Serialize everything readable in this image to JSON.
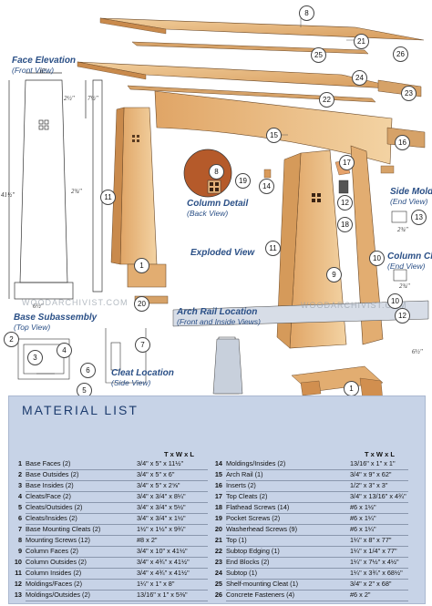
{
  "views": {
    "face_elevation": {
      "title": "Face Elevation",
      "sub": "(Front View)"
    },
    "exploded": {
      "title": "Exploded View"
    },
    "column_detail": {
      "title": "Column Detail",
      "sub": "(Back View)"
    },
    "side_moldings": {
      "title": "Side Moldings",
      "sub": "(End View)"
    },
    "column_cleats": {
      "title": "Column Cleats",
      "sub": "(End View)"
    },
    "arch_rail": {
      "title": "Arch Rail Location",
      "sub": "(Front and Inside Views)"
    },
    "base_subassembly": {
      "title": "Base Subassembly",
      "sub": "(Top View)"
    },
    "cleat_location": {
      "title": "Cleat Location",
      "sub": "(Side View)"
    }
  },
  "dimensions": {
    "d1": "6\"",
    "d2": "7½\"",
    "d3": "2½\"",
    "d4": "41½\"",
    "d5": "2¾\"",
    "d6": "2¾\"",
    "d7": "6½\"",
    "d8": "6½\"",
    "d9": "2¾\""
  },
  "watermark": "WOODARCHIVIST.COM",
  "callouts": [
    "8",
    "21",
    "26",
    "25",
    "24",
    "22",
    "23",
    "15",
    "16",
    "17",
    "14",
    "18",
    "19",
    "13",
    "12",
    "10",
    "11",
    "9",
    "11",
    "1",
    "20",
    "3",
    "2",
    "4",
    "6",
    "5",
    "7",
    "1",
    "10",
    "12"
  ],
  "material_list": {
    "title": "MATERIAL LIST",
    "col_header": "T x W x L",
    "left": [
      {
        "n": "1",
        "name": "Base Faces (2)",
        "size": "3/4\" x 5\" x 11½\""
      },
      {
        "n": "2",
        "name": "Base Outsides (2)",
        "size": "3/4\" x 5\" x 6\""
      },
      {
        "n": "3",
        "name": "Base Insides (2)",
        "size": "3/4\" x 5\" x 2⅝\""
      },
      {
        "n": "4",
        "name": "Cleats/Face (2)",
        "size": "3/4\" x 3/4\" x 8¼\""
      },
      {
        "n": "5",
        "name": "Cleats/Outsides (2)",
        "size": "3/4\" x 3/4\" x 5½\""
      },
      {
        "n": "6",
        "name": "Cleats/Insides (2)",
        "size": "3/4\" x 3/4\" x 1½\""
      },
      {
        "n": "7",
        "name": "Base Mounting Cleats (2)",
        "size": "1½\" x 1½\" x 9¾\""
      },
      {
        "n": "8",
        "name": "Mounting Screws (12)",
        "size": "#8 x 2\""
      },
      {
        "n": "9",
        "name": "Column Faces (2)",
        "size": "3/4\" x 10\" x 41½\""
      },
      {
        "n": "10",
        "name": "Column Outsides (2)",
        "size": "3/4\" x 4¾\" x 41½\""
      },
      {
        "n": "11",
        "name": "Column Insides (2)",
        "size": "3/4\" x 4¾\" x 41½\""
      },
      {
        "n": "12",
        "name": "Moldings/Faces (2)",
        "size": "1¼\" x 1\" x 8\""
      },
      {
        "n": "13",
        "name": "Moldings/Outsides (2)",
        "size": "13/16\" x 1\" x 5⅜\""
      }
    ],
    "right": [
      {
        "n": "14",
        "name": "Moldings/Insides (2)",
        "size": "13/16\" x 1\" x 1\""
      },
      {
        "n": "15",
        "name": "Arch Rail (1)",
        "size": "3/4\" x 9\" x 62\""
      },
      {
        "n": "16",
        "name": "Inserts (2)",
        "size": "1/2\" x 3\" x 3\""
      },
      {
        "n": "17",
        "name": "Top Cleats (2)",
        "size": "3/4\" x 13/16\" x 4¾\""
      },
      {
        "n": "18",
        "name": "Flathead Screws (14)",
        "size": "#6 x 1½\""
      },
      {
        "n": "19",
        "name": "Pocket Screws (2)",
        "size": "#6 x 1¼\""
      },
      {
        "n": "20",
        "name": "Washerhead Screws (9)",
        "size": "#6 x 1¼\""
      },
      {
        "n": "21",
        "name": "Top (1)",
        "size": "1¼\" x 8\" x 77\""
      },
      {
        "n": "22",
        "name": "Subtop Edging (1)",
        "size": "1¼\" x 1/4\" x 77\""
      },
      {
        "n": "23",
        "name": "End Blocks (2)",
        "size": "1¼\" x 7½\" x 4½\""
      },
      {
        "n": "24",
        "name": "Subtop (1)",
        "size": "1¼\" x 3¾\" x 68½\""
      },
      {
        "n": "25",
        "name": "Shelf-mounting Cleat (1)",
        "size": "3/4\" x 2\" x 68\""
      },
      {
        "n": "26",
        "name": "Concrete Fasteners (4)",
        "size": "#6 x 2\""
      }
    ]
  },
  "colors": {
    "wood": "#e8b77e",
    "wood_dark": "#c98a4c",
    "panel": "#c7d3e7",
    "title": "#1d3c6e",
    "label": "#2a4f86"
  }
}
